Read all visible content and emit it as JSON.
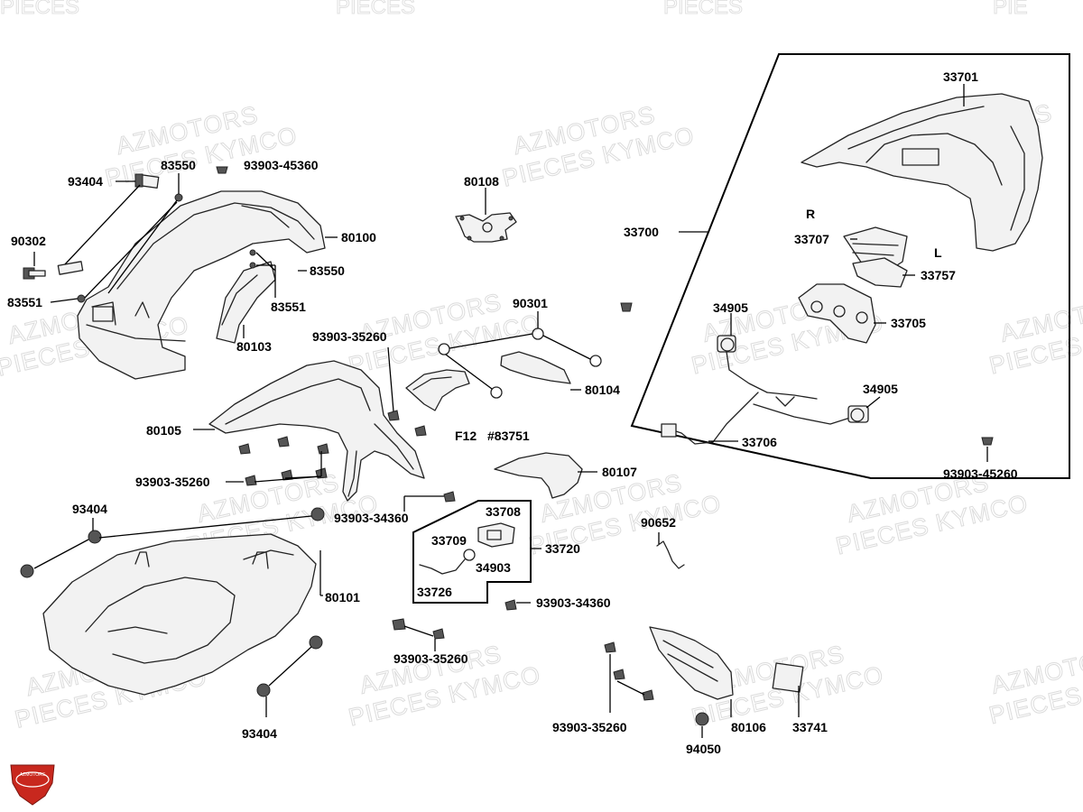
{
  "watermark": {
    "line1": "AZMOTORS",
    "line2": "PIECES KYMCO",
    "top_left": "PIECES",
    "top_right": "PIE"
  },
  "logo": {
    "brand": "AZMOTORS",
    "color": "#c8281e"
  },
  "labels": {
    "p93404_top": "93404",
    "p83550_top": "83550",
    "p93903_45360": "93903-45360",
    "p90302": "90302",
    "p83551_left": "83551",
    "p80100": "80100",
    "p83550_mid": "83550",
    "p83551_mid": "83551",
    "p80103": "80103",
    "p80108": "80108",
    "p93903_35260_a": "93903-35260",
    "p90301": "90301",
    "p80104": "80104",
    "p80105": "80105",
    "pF12": "F12",
    "p83751": "#83751",
    "p93903_35260_b": "93903-35260",
    "p80107": "80107",
    "p93903_34360_a": "93903-34360",
    "p33708": "33708",
    "p33709": "33709",
    "p33720": "33720",
    "p34903": "34903",
    "p33726": "33726",
    "p93903_34360_b": "93903-34360",
    "p93404_mid": "93404",
    "p80101": "80101",
    "p93903_35260_c": "93903-35260",
    "p93404_bot": "93404",
    "p90652": "90652",
    "p93903_35260_d": "93903-35260",
    "p80106": "80106",
    "p33741": "33741",
    "p94050": "94050",
    "p33701": "33701",
    "p33700": "33700",
    "pR": "R",
    "p33707": "33707",
    "pL": "L",
    "p33757": "33757",
    "p34905_a": "34905",
    "p33705": "33705",
    "p34905_b": "34905",
    "p33706": "33706",
    "p93903_45260": "93903-45260"
  }
}
